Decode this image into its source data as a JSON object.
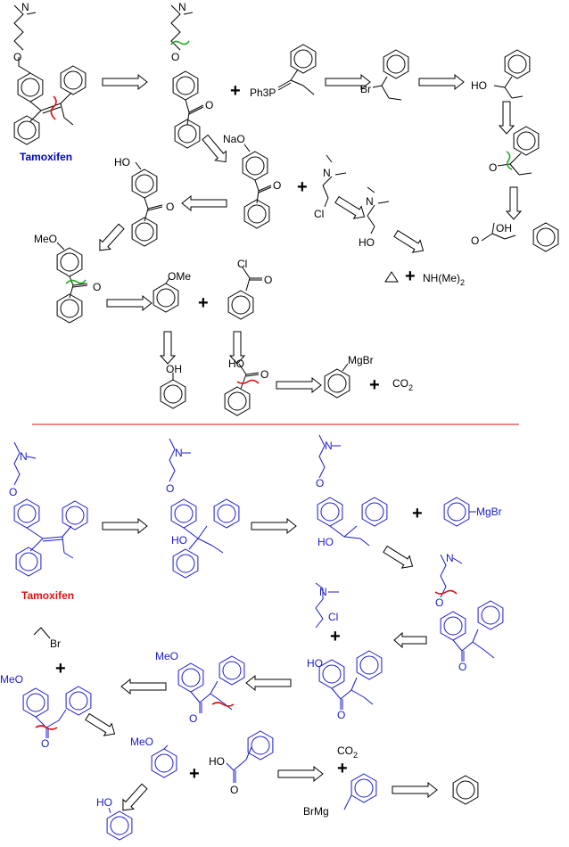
{
  "colors": {
    "top_structures": "#000000",
    "bottom_structures": "#1a1acd",
    "divider": "#dd1111",
    "title_top": "#0000cc",
    "title_bottom": "#dd1111"
  },
  "labels": {
    "tamoxifen_top": "Tamoxifen",
    "tamoxifen_bottom": "Tamoxifen",
    "plus": "+",
    "NMe2": "N",
    "O": "O",
    "OH": "OH",
    "HO": "HO",
    "Ph3P": "Ph3P",
    "Br": "Br",
    "NaO": "NaO",
    "Cl": "Cl",
    "MeO": "MeO",
    "OMe": "OMe",
    "NHMe2": "NH(Me)",
    "NHMe2_sub": "2",
    "MgBr": "MgBr",
    "BrMg": "BrMg",
    "CO2": "CO",
    "CO2_sub": "2"
  }
}
